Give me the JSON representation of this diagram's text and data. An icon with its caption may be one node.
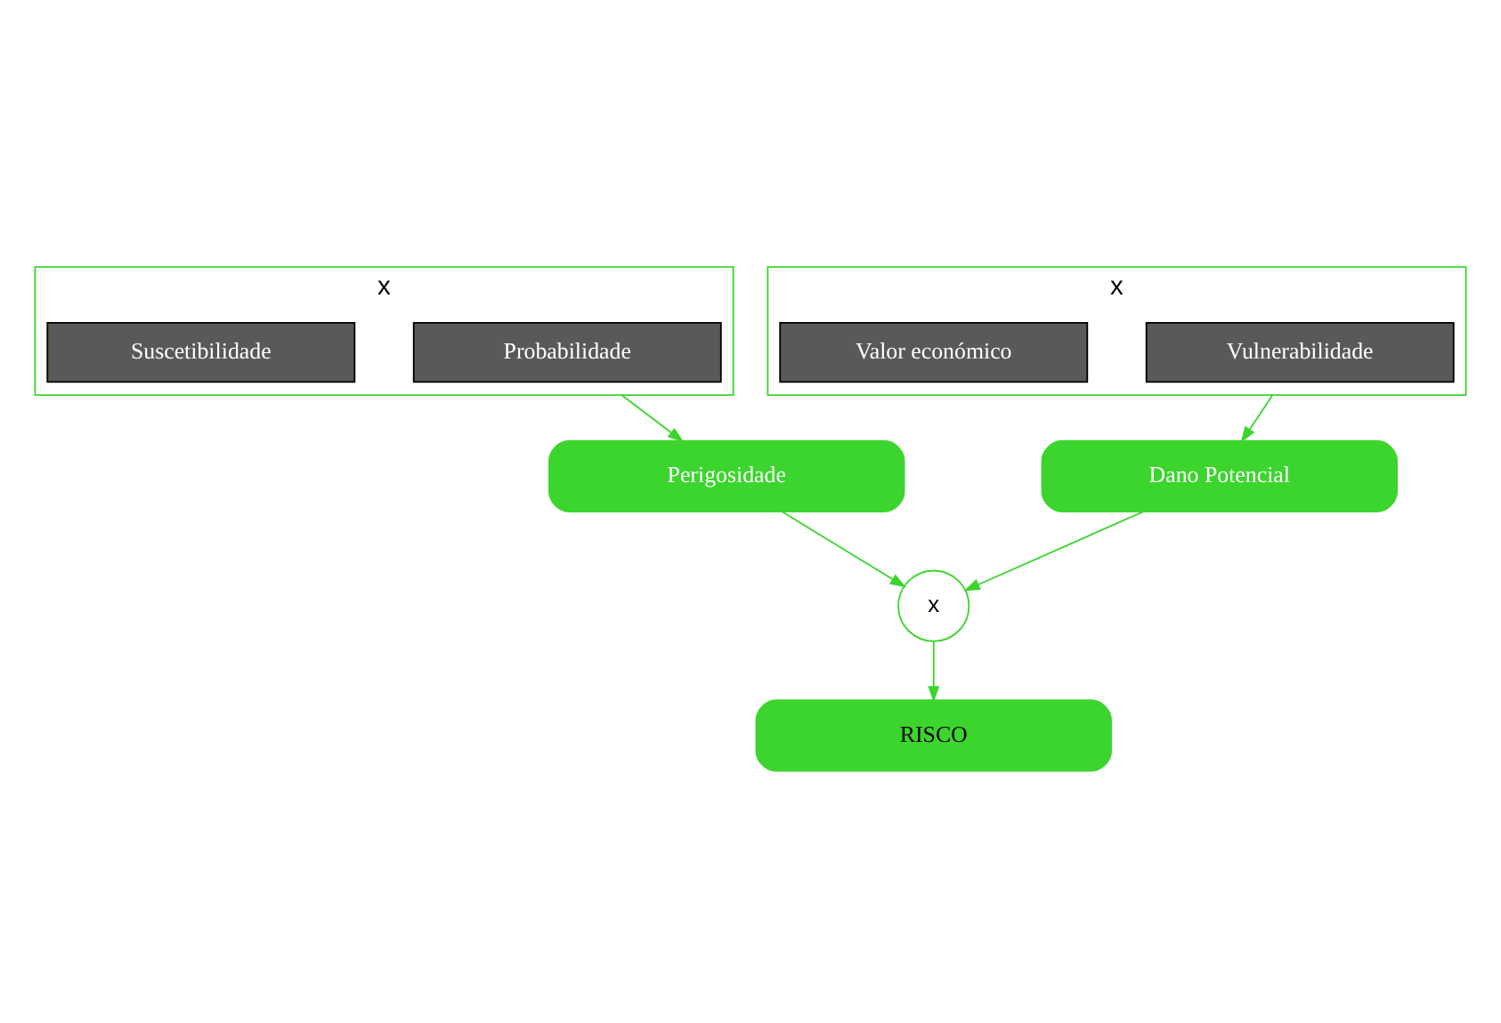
{
  "diagram": {
    "nodes": [
      {
        "text": [
          "x"
        ]
      },
      {
        "text": [
          "Probabilidade"
        ],
        "in": 0
      },
      {
        "text": [
          "Suscetibilidade"
        ],
        "in": 0
      },
      {
        "text": [
          "Perigosidade"
        ]
      },
      {
        "text": [
          "x"
        ]
      },
      {
        "text": [
          "Vulnerabilidade"
        ],
        "in": 4
      },
      {
        "text": [
          "Valor económico"
        ],
        "in": 4
      },
      {
        "text": [
          "Dano Potencial"
        ]
      },
      {
        "text": [
          "x"
        ]
      },
      {
        "text": [
          "RISCO"
        ]
      }
    ],
    "edges": [
      {
        "from": 0,
        "to": 3,
        "arrow": "to"
      },
      {
        "from": 3,
        "to": 8,
        "arrow": "to"
      },
      {
        "from": 4,
        "to": 7,
        "arrow": "to"
      },
      {
        "from": 7,
        "to": 8,
        "arrow": "to"
      },
      {
        "from": 8,
        "to": 9,
        "arrow": "to"
      }
    ]
  }
}
